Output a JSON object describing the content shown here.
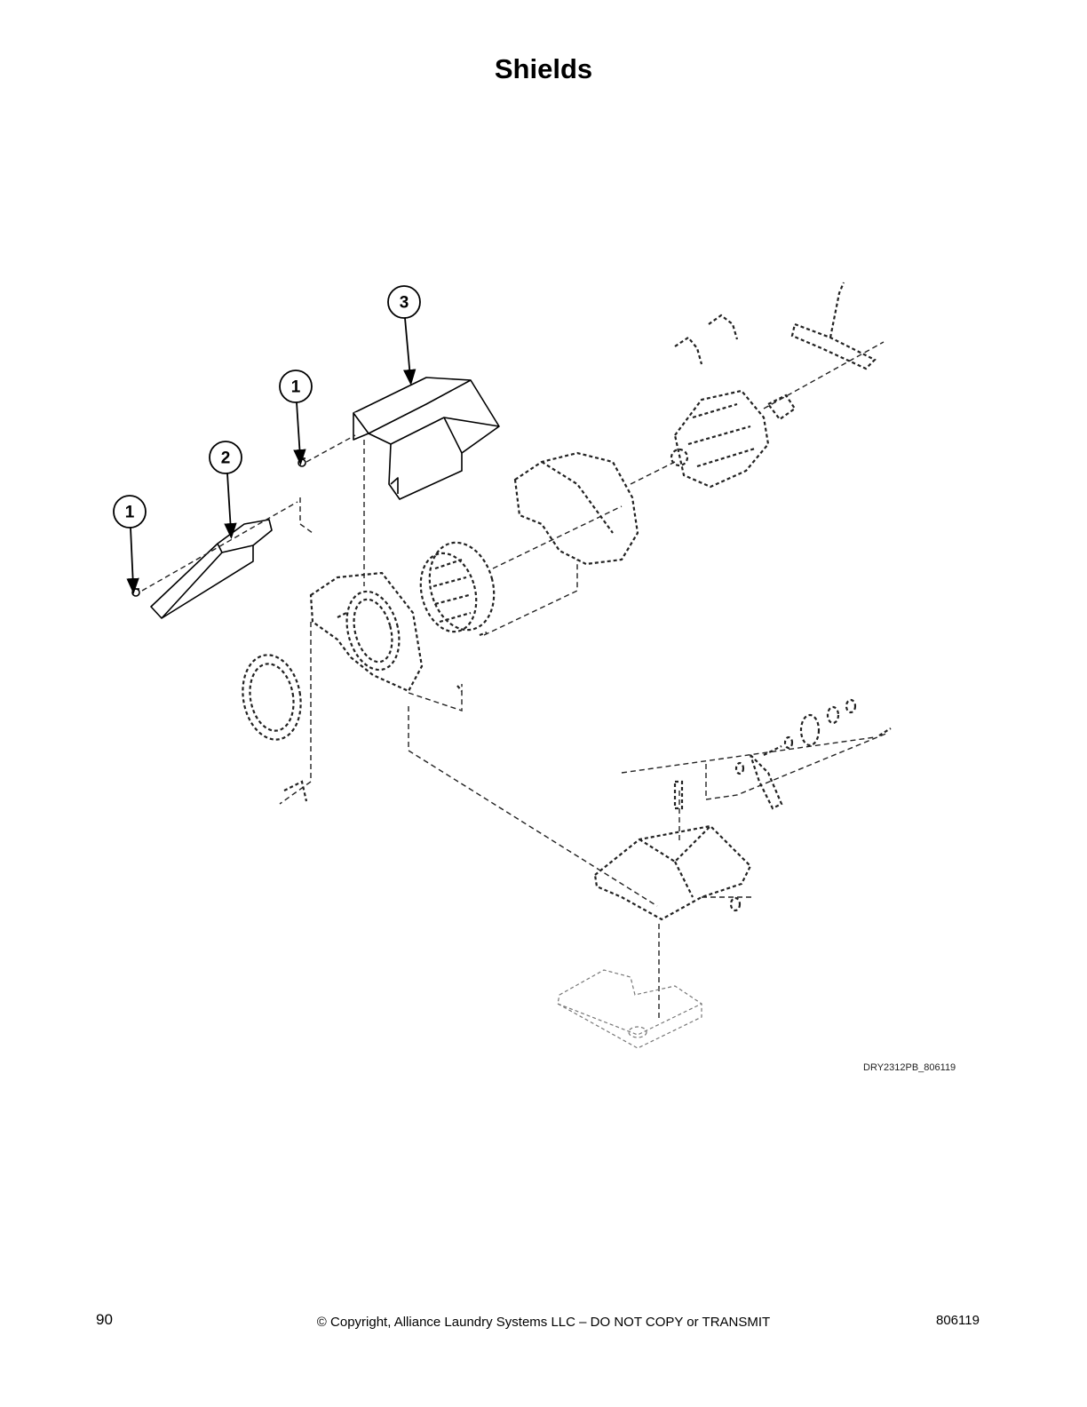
{
  "page": {
    "title": "Shields",
    "figure_id": "DRY2312PB_806119",
    "page_number": "90",
    "copyright": "© Copyright, Alliance Laundry Systems LLC – DO NOT COPY or TRANSMIT",
    "doc_number": "806119"
  },
  "callouts": [
    {
      "label": "1"
    },
    {
      "label": "2"
    },
    {
      "label": "1"
    },
    {
      "label": "3"
    }
  ]
}
